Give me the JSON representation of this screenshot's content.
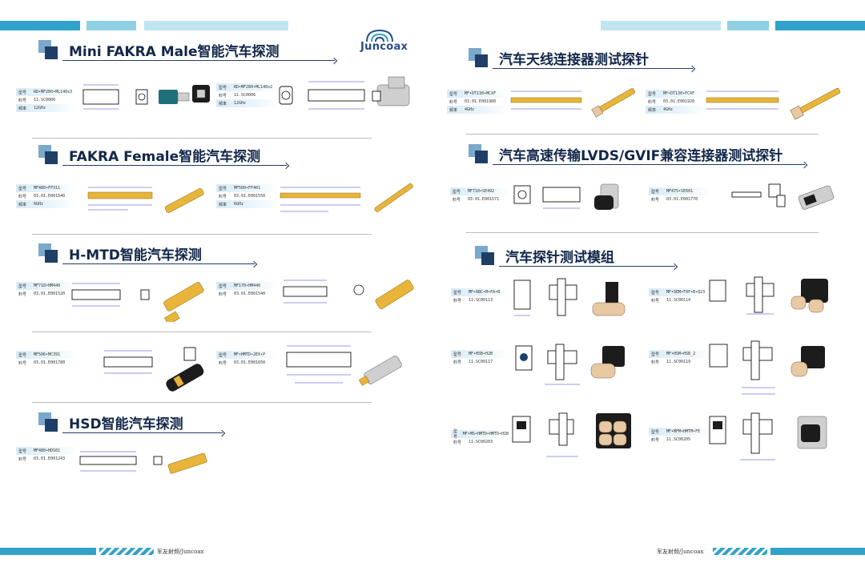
{
  "brand": {
    "logo_text": "Juncoax"
  },
  "sections": {
    "mini_fakra": {
      "title": "Mini FAKRA Male智能汽车探测"
    },
    "fakra_female": {
      "title": "FAKRA Female智能汽车探测"
    },
    "hmtd": {
      "title": "H-MTD智能汽车探测"
    },
    "hsd": {
      "title": "HSD智能汽车探测"
    },
    "antenna": {
      "title": "汽车天线连接器测试探针"
    },
    "lvds": {
      "title": "汽车高速传输LVDS/GVIF兼容连接器测试探针"
    },
    "module": {
      "title": "汽车探针测试模组"
    }
  },
  "labels": {
    "model": "型号",
    "part": "料号",
    "freq": "频率"
  },
  "cards": {
    "mf1": {
      "model": "RD•MF280•ML140x3",
      "part": "11.SC0006",
      "freq": "12GHz"
    },
    "mf2": {
      "model": "RD•MF280•ML140x2",
      "part": "11.SC0006",
      "freq": "12GHz"
    },
    "ff1": {
      "model": "MF480•FF311",
      "part": "03.01.E001540",
      "freq": "6GHz"
    },
    "ff2": {
      "model": "MF500•FF401",
      "part": "03.01.E001550",
      "freq": "6GHz"
    },
    "hm1": {
      "model": "MF718•HM440",
      "part": "03.01.E001520"
    },
    "hm2": {
      "model": "MF170•HM440",
      "part": "03.01.E001540"
    },
    "hm3": {
      "model": "MF506•MC391",
      "part": "03.01.E001780"
    },
    "hm4": {
      "model": "MF•HMTD•2EX•P",
      "part": "03.01.E001650"
    },
    "hsd1": {
      "model": "MF480•HDS01",
      "part": "03.01.E001243"
    },
    "an1": {
      "model": "MF•DT130•MCXF",
      "part": "03.01.E001960",
      "freq": "4GHz"
    },
    "an2": {
      "model": "MF•DT130•FCXF",
      "part": "03.01.E001920",
      "freq": "4GHz"
    },
    "lv1": {
      "model": "MF710•SE492",
      "part": "03.01.E001571"
    },
    "lv2": {
      "model": "MF475•SE601",
      "part": "03.01.E001770"
    },
    "mo1": {
      "model": "MF•ABC•M•FA•B",
      "part": "11.SC00113"
    },
    "mo2": {
      "model": "MF•SEM•FXF•B•Q23",
      "part": "11.SC00114"
    },
    "mo3": {
      "model": "MF•HSB•H2B",
      "part": "11.SC00117"
    },
    "mo4": {
      "model": "MF•HSM•HSB_2",
      "part": "11.SC00119"
    },
    "mo5": {
      "model": "MF•MS•HMTD•HMTD•H1B",
      "part": "11.SC00203"
    },
    "mo6": {
      "model": "MF•MFM•HMTM•FE",
      "part": "11.SC00205"
    }
  },
  "footer": {
    "left": "军友射频/Juncoax",
    "right": "军友射频/Juncoax"
  },
  "colors": {
    "accent": "#2fa3c9",
    "light": "#bfe5f0",
    "navy": "#1f3e66",
    "gold": "#e8b53a"
  }
}
